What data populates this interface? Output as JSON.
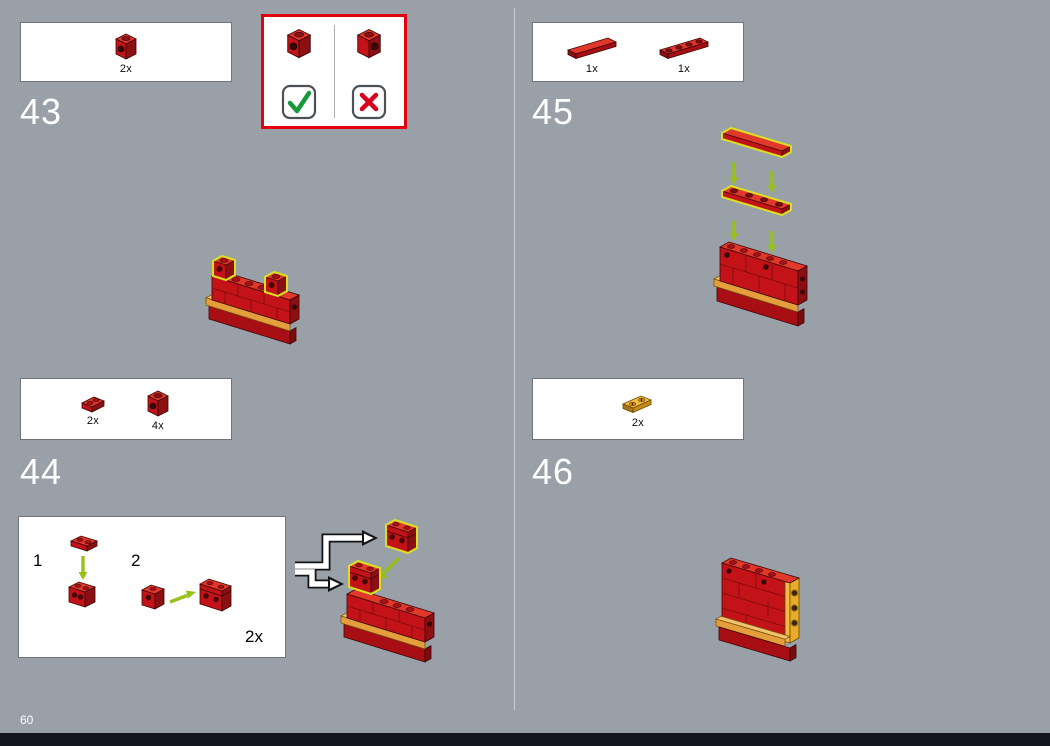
{
  "page": {
    "number": "60"
  },
  "callout": {
    "type": "orientation-check",
    "correct_icon": "check",
    "incorrect_icon": "cross"
  },
  "steps": {
    "s43": {
      "number": "43",
      "parts": [
        {
          "qty": "2x",
          "name": "red-brick-1x1-side-stud"
        }
      ]
    },
    "s44": {
      "number": "44",
      "parts": [
        {
          "qty": "2x",
          "name": "red-plate-1x2"
        },
        {
          "qty": "4x",
          "name": "red-brick-1x1-side-stud"
        }
      ],
      "subassembly": {
        "step1_label": "1",
        "step2_label": "2",
        "qty": "2x"
      }
    },
    "s45": {
      "number": "45",
      "parts": [
        {
          "qty": "1x",
          "name": "red-tile-1x4"
        },
        {
          "qty": "1x",
          "name": "red-plate-1x4"
        }
      ]
    },
    "s46": {
      "number": "46",
      "parts": [
        {
          "qty": "2x",
          "name": "gold-plate-1x2"
        }
      ]
    }
  },
  "colors": {
    "background": "#9aa0a8",
    "lego_red": "#c41318",
    "highlight_outline": "#d9e021",
    "arrow_green": "#96c11d",
    "check_green": "#18973b",
    "cross_red": "#d6001c",
    "callout_border": "#e3000f",
    "orange_stripe": "#e49f3c",
    "gold": "#f6ba44",
    "footer_bar": "#15151f"
  }
}
